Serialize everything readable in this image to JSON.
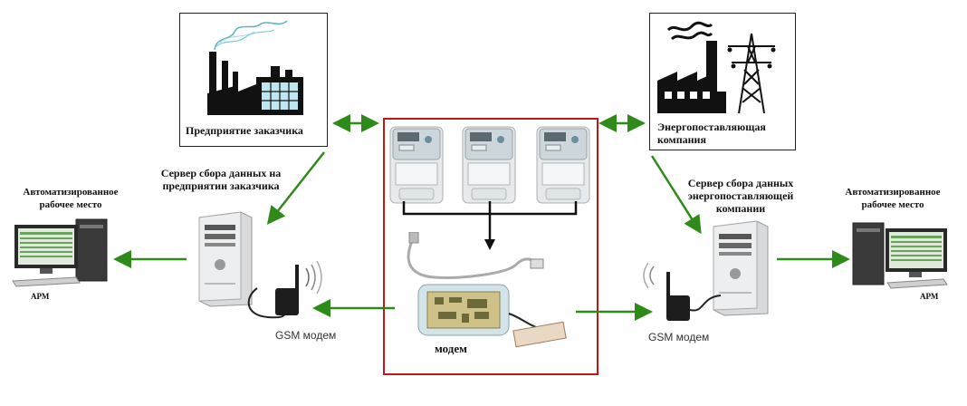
{
  "customer_enterprise": {
    "caption": "Предприятие заказчика"
  },
  "energy_company": {
    "caption": "Энергопоставляющая компания"
  },
  "left_server": {
    "caption": "Сервер сбора данных на предприятии заказчика"
  },
  "right_server": {
    "caption": "Сервер сбора данных энергопоставляющей компании"
  },
  "left_workstation": {
    "caption": "Автоматизированное рабочее место",
    "tag": "АРМ"
  },
  "right_workstation": {
    "caption": "Автоматизированное рабочее место",
    "tag": "АРМ"
  },
  "left_gsm": {
    "label": "GSM модем"
  },
  "right_gsm": {
    "label": "GSM модем"
  },
  "center": {
    "modem_label": "модем",
    "meter_count": 3
  },
  "colors": {
    "arrow_green": "#2e8b1a",
    "frame_red": "#c01818",
    "metering_black": "#111111"
  }
}
